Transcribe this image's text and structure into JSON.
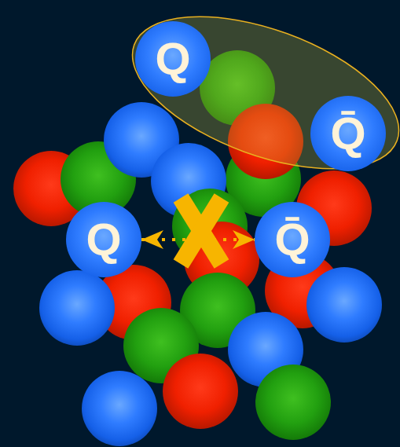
{
  "diagram": {
    "nodes": [
      {
        "text": [
          "Q"
        ]
      },
      {
        "text": [
          "Q̄"
        ]
      },
      {
        "text": [
          "Q"
        ]
      },
      {
        "text": [
          "Q̄"
        ]
      }
    ],
    "edges": [
      {
        "from": 2,
        "to": 3,
        "arrow": "both"
      }
    ]
  }
}
